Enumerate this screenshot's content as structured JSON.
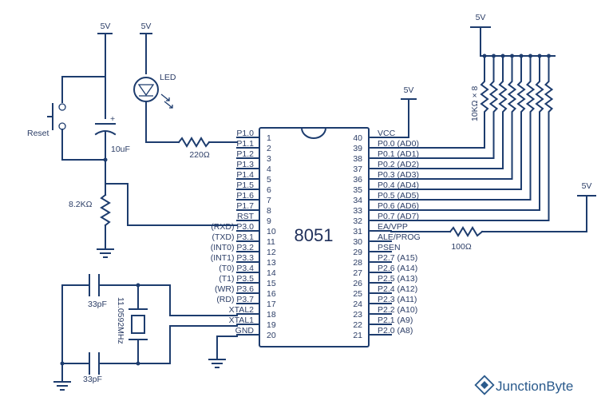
{
  "supplies": {
    "reset": "5V",
    "led": "5V",
    "vcc": "5V",
    "pullup": "5V",
    "ea": "5V"
  },
  "components": {
    "led_label": "LED",
    "led_resistor": "220Ω",
    "reset_label": "Reset",
    "reset_cap": "10uF",
    "reset_res": "8.2KΩ",
    "pullup_net": "10KΩ × 8",
    "ea_res": "100Ω",
    "crystal": "11.0592MHz",
    "cap_top": "33pF",
    "cap_bottom": "33pF",
    "plus": "+",
    "ic_name": "8051"
  },
  "left_pins": [
    {
      "num": "1",
      "name": "P1.0"
    },
    {
      "num": "2",
      "name": "P1.1"
    },
    {
      "num": "3",
      "name": "P1.2"
    },
    {
      "num": "4",
      "name": "P1.3"
    },
    {
      "num": "5",
      "name": "P1.4"
    },
    {
      "num": "6",
      "name": "P1.5"
    },
    {
      "num": "7",
      "name": "P1.6"
    },
    {
      "num": "8",
      "name": "P1.7"
    },
    {
      "num": "9",
      "name": "RST"
    },
    {
      "num": "10",
      "name": "(RXD) P3.0"
    },
    {
      "num": "11",
      "name": "(TXD) P3.1"
    },
    {
      "num": "12",
      "name": "(INT0) P3.2"
    },
    {
      "num": "13",
      "name": "(INT1) P3.3"
    },
    {
      "num": "14",
      "name": "(T0) P3.4"
    },
    {
      "num": "15",
      "name": "(T1) P3.5"
    },
    {
      "num": "16",
      "name": "(WR) P3.6"
    },
    {
      "num": "17",
      "name": "(RD) P3.7"
    },
    {
      "num": "18",
      "name": "XTAL2"
    },
    {
      "num": "19",
      "name": "XTAL1"
    },
    {
      "num": "20",
      "name": "GND"
    }
  ],
  "right_pins": [
    {
      "num": "40",
      "name": "VCC"
    },
    {
      "num": "39",
      "name": "P0.0 (AD0)"
    },
    {
      "num": "38",
      "name": "P0.1 (AD1)"
    },
    {
      "num": "37",
      "name": "P0.2 (AD2)"
    },
    {
      "num": "36",
      "name": "P0.3 (AD3)"
    },
    {
      "num": "35",
      "name": "P0.4 (AD4)"
    },
    {
      "num": "34",
      "name": "P0.5 (AD5)"
    },
    {
      "num": "33",
      "name": "P0.6 (AD6)"
    },
    {
      "num": "32",
      "name": "P0.7 (AD7)"
    },
    {
      "num": "31",
      "name": "EA/VPP"
    },
    {
      "num": "30",
      "name": "ALE/PROG"
    },
    {
      "num": "29",
      "name": "PSEN"
    },
    {
      "num": "28",
      "name": "P2.7 (A15)"
    },
    {
      "num": "27",
      "name": "P2.6 (A14)"
    },
    {
      "num": "26",
      "name": "P2.5 (A13)"
    },
    {
      "num": "25",
      "name": "P2.4 (A12)"
    },
    {
      "num": "24",
      "name": "P2.3 (A11)"
    },
    {
      "num": "23",
      "name": "P2.2 (A10)"
    },
    {
      "num": "22",
      "name": "P2.1 (A9)"
    },
    {
      "num": "21",
      "name": "P2.0 (A8)"
    }
  ],
  "brand": {
    "name": "JunctionByte"
  }
}
